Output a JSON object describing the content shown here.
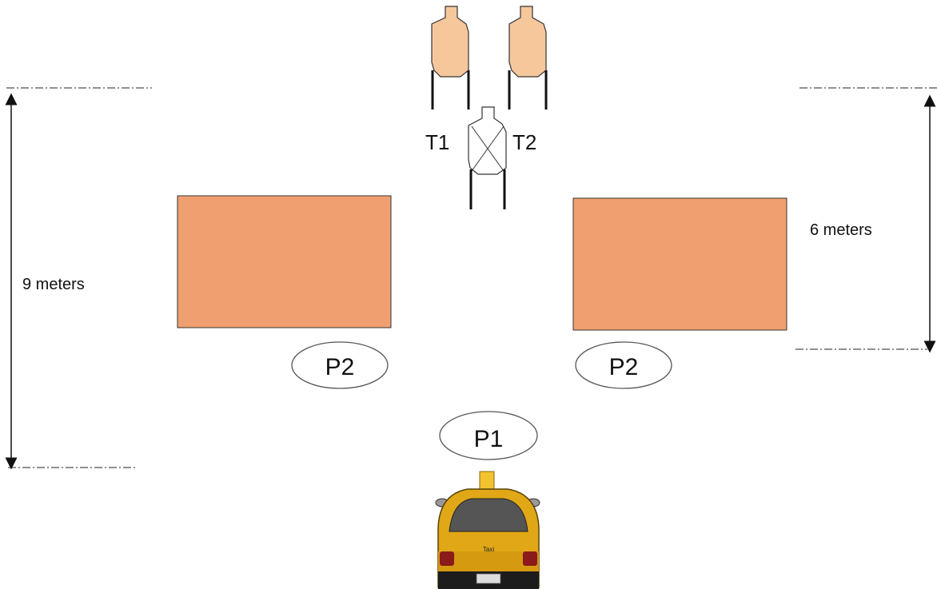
{
  "colors": {
    "background": "#ffffff",
    "barrier": "#f0a070",
    "target": "#f7c79c",
    "no_shoot_target": "#ffffff",
    "taxi": "#e0a817"
  },
  "measurements": {
    "left_label": "9 meters",
    "right_label": "6 meters"
  },
  "targets": {
    "t1_label": "T1",
    "t2_label": "T2"
  },
  "positions": {
    "p1_label": "P1",
    "p2_left_label": "P2",
    "p2_right_label": "P2"
  },
  "taxi": {
    "roof_sign": "Taxi",
    "icon": "taxi-icon"
  }
}
